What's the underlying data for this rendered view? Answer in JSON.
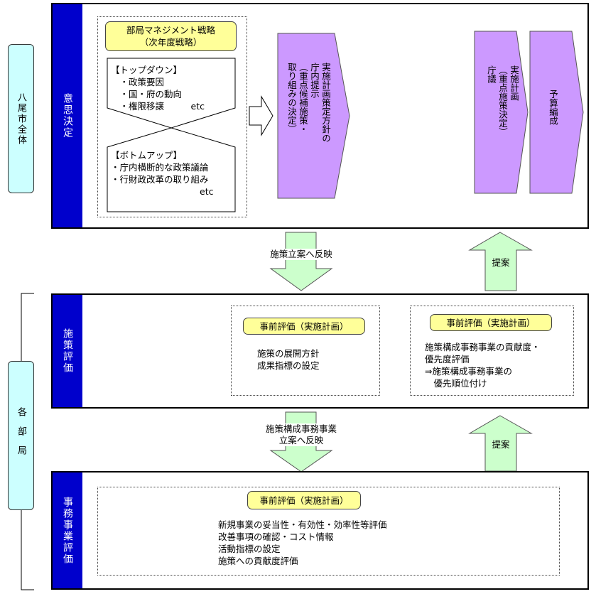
{
  "side_labels": {
    "city": "八尾市全体",
    "departments": "各部局"
  },
  "bars": {
    "decision": "意思決定",
    "policy": "施策評価",
    "program": "事務事業評価"
  },
  "decision": {
    "strategy_title": "部局マネジメント戦略\n（次年度戦略）",
    "topdown_text": "【トップダウン】\n　・政策要因\n　・国・府の動向\n　・権限移譲　　　etc",
    "bottomup_text": "【ボトムアップ】\n・庁内横断的な政策議論\n・行財政改革の取り組み\n　　　　　　　　　　etc",
    "policy_pentagon": "実施計画策定方針の\n庁内提示\n（重点候補施策・\n取り組みの決定）",
    "plan_pentagon": "実施計画\n（重点施策決定）\n庁議",
    "budget_pentagon": "予算編成"
  },
  "arrows": {
    "policy_reflect": "施策立案へ反映",
    "proposal_top": "提案",
    "program_reflect": "施策構成事務事業\n立案へ反映",
    "proposal_bottom": "提案"
  },
  "policy_eval": {
    "left_title": "事前評価（実施計画）",
    "left_text": "施策の展開方針\n成果指標の設定",
    "right_title": "事前評価（実施計画）",
    "right_text": "施策構成事務事業の貢献度・\n優先度評価\n⇒施策構成事務事業の\n　優先順位付け"
  },
  "program_eval": {
    "title": "事前評価（実施計画）",
    "text": "新規事業の妥当性・有効性・効率性等評価\n改善事項の確認・コスト情報\n活動指標の設定\n施策への貢献度評価"
  },
  "colors": {
    "bar": "#0000cc",
    "pentagon": "#cc99ff",
    "arrow": "#ccffcc",
    "yellow": "#ffff99",
    "side": "#ccffff"
  }
}
